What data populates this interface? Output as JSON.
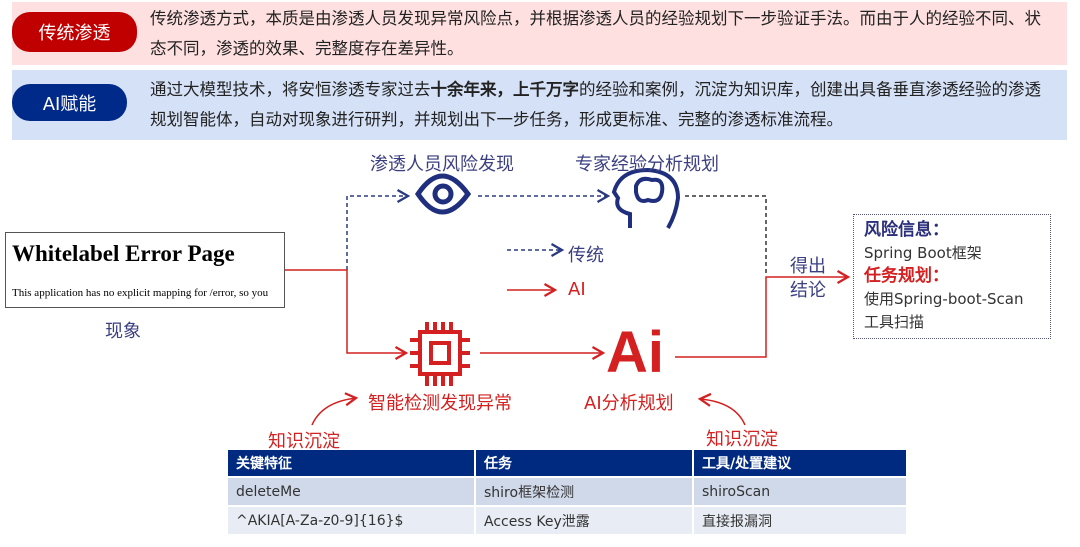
{
  "traditional": {
    "badge": "传统渗透",
    "text": "传统渗透方式，本质是由渗透人员发现异常风险点，并根据渗透人员的经验规划下一步验证手法。而由于人的经验不同、状态不同，渗透的效果、完整度存在差异性。",
    "color": "#c00000"
  },
  "ai": {
    "badge": "AI赋能",
    "text_a": "通过大模型技术，将安恒渗透专家过去",
    "bold1": "十余年来",
    "sep": "，",
    "bold2": "上千万字",
    "text_b": "的经验和案例，沉淀为知识库，创建出具备垂直渗透经验的渗透规划智能体，自动对现象进行研判，并规划出下一步任务，形成更标准、完整的渗透标准流程。",
    "color": "#002a8a"
  },
  "phenomenon": {
    "title": "Whitelabel Error Page",
    "body": "This application has no explicit mapping for /error, so you",
    "label": "现象"
  },
  "flow": {
    "human_discover": "渗透人员风险发现",
    "expert_plan": "专家经验分析规划",
    "ai_detect": "智能检测发现异常",
    "ai_plan": "AI分析规划",
    "ai_logo": "Ai",
    "knowledge_left": "知识沉淀",
    "knowledge_right": "知识沉淀",
    "conclude_1": "得出",
    "conclude_2": "结论"
  },
  "legend": {
    "traditional": "传统",
    "ai": "AI"
  },
  "result": {
    "risk_title": "风险信息：",
    "risk_value": "Spring Boot框架",
    "task_title": "任务规划：",
    "task_value_1": "使用Spring-boot-Scan",
    "task_value_2": "工具扫描"
  },
  "table": {
    "headers": [
      "关键特征",
      "任务",
      "工具/处置建议"
    ],
    "rows": [
      [
        "deleteMe",
        "shiro框架检测",
        "shiroScan"
      ],
      [
        "^AKIA[A-Za-z0-9]{16}$",
        "Access Key泄露",
        "直接报漏洞"
      ]
    ]
  }
}
